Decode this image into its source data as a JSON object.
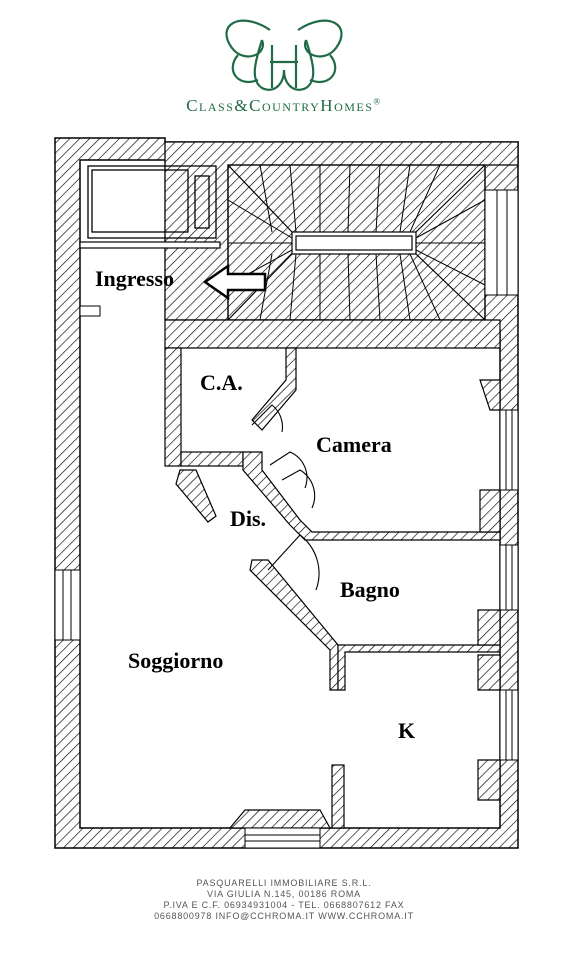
{
  "brand": {
    "name": "Class&CountryHomes",
    "trademark": "®",
    "accent_color": "#1f6b46"
  },
  "rooms": {
    "ingresso": "Ingresso",
    "ca": "C.A.",
    "camera": "Camera",
    "dis": "Dis.",
    "bagno": "Bagno",
    "soggiorno": "Soggiorno",
    "k": "K"
  },
  "footer": {
    "line1": "PASQUARELLI IMMOBILIARE S.R.L.",
    "line2": "VIA GIULIA N.145, 00186 ROMA",
    "line3": "P.IVA E C.F. 06934931004 - TEL. 0668807612 FAX",
    "line4": "0668800978 INFO@CCHROMA.IT  WWW.CCHROMA.IT"
  },
  "icons": [
    "logo-monogram-icon",
    "entrance-arrow-icon",
    "staircase-icon"
  ]
}
